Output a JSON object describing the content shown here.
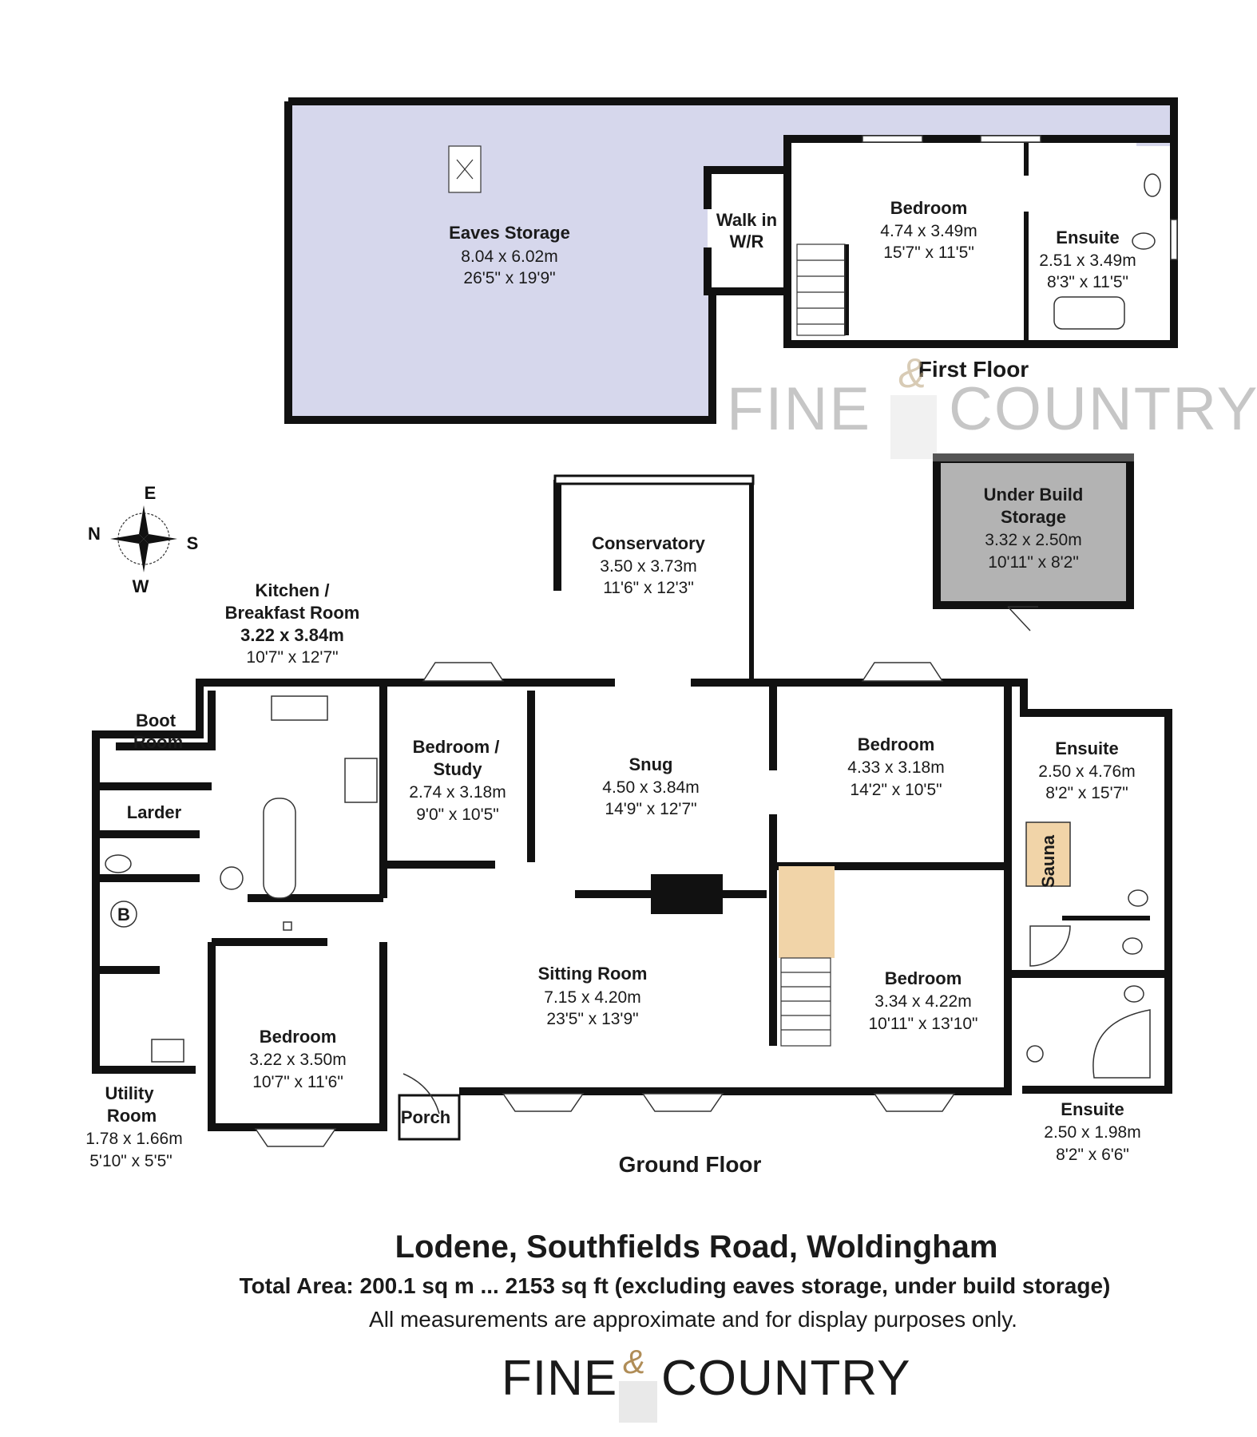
{
  "first_floor": {
    "label": "First Floor",
    "rooms": [
      {
        "id": "eaves",
        "name": "Eaves Storage",
        "metric": "8.04 x 6.02m",
        "imperial": "26'5\" x 19'9\""
      },
      {
        "id": "walkin",
        "name": "Walk in",
        "name2": "W/R"
      },
      {
        "id": "bedroom_ff",
        "name": "Bedroom",
        "metric": "4.74 x 3.49m",
        "imperial": "15'7\" x 11'5\""
      },
      {
        "id": "ensuite_ff",
        "name": "Ensuite",
        "metric": "2.51 x 3.49m",
        "imperial": "8'3\" x 11'5\""
      }
    ]
  },
  "under_build": {
    "name": "Under Build",
    "name2": "Storage",
    "metric": "3.32 x 2.50m",
    "imperial": "10'11\" x 8'2\""
  },
  "ground_floor": {
    "label": "Ground Floor",
    "rooms": [
      {
        "id": "kitchen",
        "name": "Kitchen /",
        "name2": "Breakfast Room",
        "metric": "3.22 x 3.84m",
        "imperial": "10'7\" x 12'7\""
      },
      {
        "id": "conservatory",
        "name": "Conservatory",
        "metric": "3.50 x 3.73m",
        "imperial": "11'6\" x 12'3\""
      },
      {
        "id": "boot",
        "name": "Boot",
        "name2": "Room"
      },
      {
        "id": "larder",
        "name": "Larder"
      },
      {
        "id": "boiler",
        "name": "B"
      },
      {
        "id": "study",
        "name": "Bedroom /",
        "name2": "Study",
        "metric": "2.74 x 3.18m",
        "imperial": "9'0\" x 10'5\""
      },
      {
        "id": "snug",
        "name": "Snug",
        "metric": "4.50 x 3.84m",
        "imperial": "14'9\" x 12'7\""
      },
      {
        "id": "bedroom_ne",
        "name": "Bedroom",
        "metric": "4.33 x 3.18m",
        "imperial": "14'2\" x 10'5\""
      },
      {
        "id": "ensuite_e1",
        "name": "Ensuite",
        "metric": "2.50 x 4.76m",
        "imperial": "8'2\" x 15'7\""
      },
      {
        "id": "sauna",
        "name": "Sauna"
      },
      {
        "id": "sitting",
        "name": "Sitting Room",
        "metric": "7.15 x 4.20m",
        "imperial": "23'5\" x 13'9\""
      },
      {
        "id": "bedroom_se",
        "name": "Bedroom",
        "metric": "3.34 x 4.22m",
        "imperial": "10'11\" x 13'10\""
      },
      {
        "id": "bedroom_w",
        "name": "Bedroom",
        "metric": "3.22 x 3.50m",
        "imperial": "10'7\" x 11'6\""
      },
      {
        "id": "utility",
        "name": "Utility",
        "name2": "Room",
        "metric": "1.78 x 1.66m",
        "imperial": "5'10\" x 5'5\""
      },
      {
        "id": "porch",
        "name": "Porch"
      },
      {
        "id": "ensuite_e2",
        "name": "Ensuite",
        "metric": "2.50 x 1.98m",
        "imperial": "8'2\" x 6'6\""
      }
    ]
  },
  "compass": {
    "n": "N",
    "e": "E",
    "s": "S",
    "w": "W"
  },
  "footer": {
    "address": "Lodene, Southfields Road, Woldingham",
    "total_area": "Total Area: 200.1 sq m ... 2153 sq ft (excluding eaves storage, under build storage)",
    "disclaimer": "All measurements are approximate and for display purposes only."
  },
  "brand": {
    "word1": "FINE",
    "amp": "&",
    "word2": "COUNTRY"
  },
  "colors": {
    "eaves_fill": "#d6d7ec",
    "under_build_fill": "#b3b3b3",
    "stair_fill": "#f1d4a8",
    "sauna_fill": "#f1d4a8",
    "wall": "#111111"
  }
}
